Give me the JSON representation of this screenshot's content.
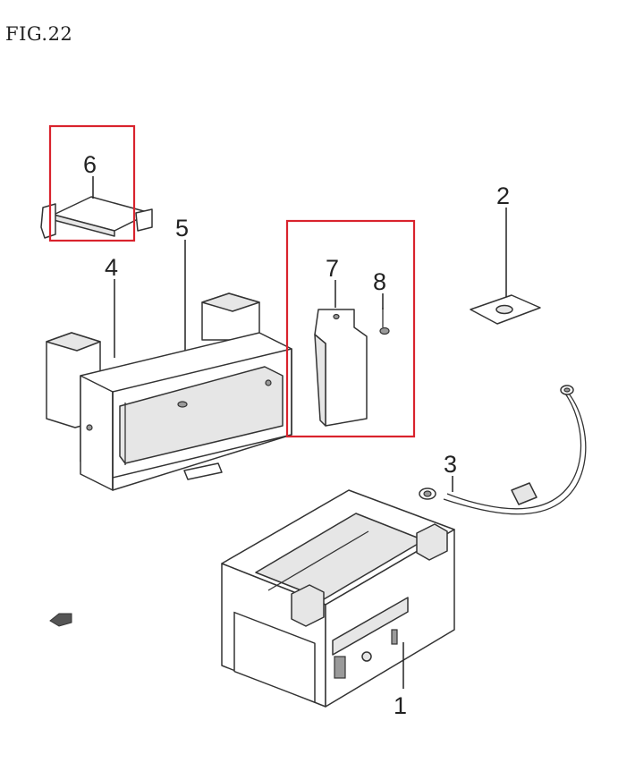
{
  "figure": {
    "title": "FIG.22"
  },
  "callouts": {
    "battery": "1",
    "rubber_pad": "2",
    "cable": "3",
    "battery_box": "4",
    "box_bolt": "5",
    "top_bracket": "6",
    "side_bracket": "7",
    "screw": "8"
  },
  "highlight_color": "#d9232d"
}
